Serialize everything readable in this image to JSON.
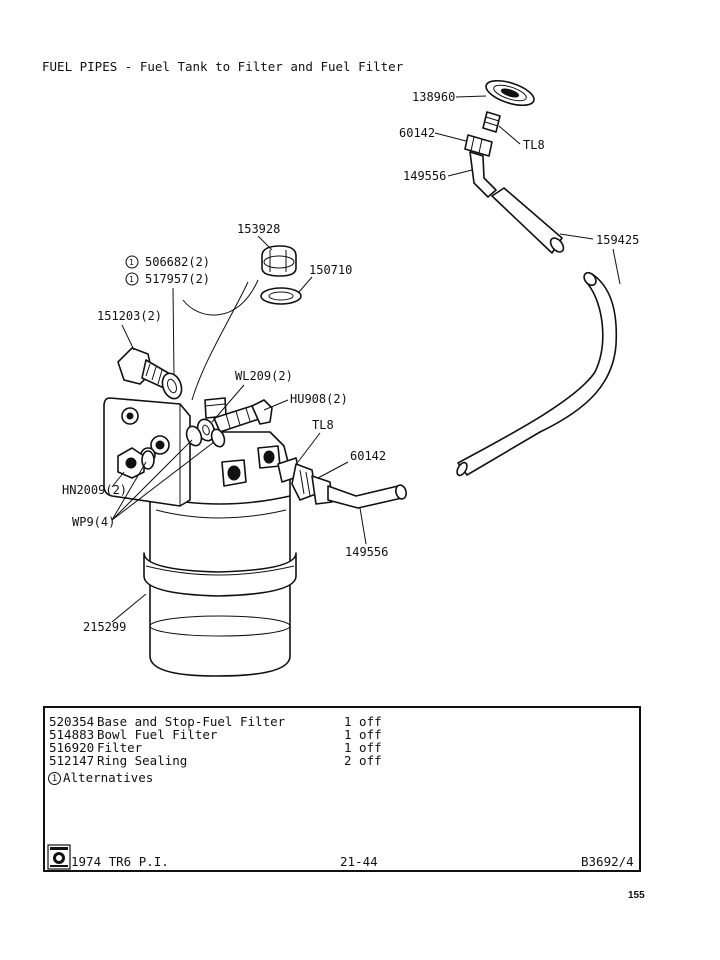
{
  "title": "FUEL PIPES - Fuel Tank to Filter and Fuel Filter",
  "callouts": {
    "c138960": "138960",
    "c60142_top": "60142",
    "tl8_top": "TL8",
    "c149556_top": "149556",
    "c159425": "159425",
    "c153928": "153928",
    "c506682": "506682(2)",
    "c517957": "517957(2)",
    "c150710": "150710",
    "c151203": "151203(2)",
    "wl209": "WL209(2)",
    "hu908": "HU908(2)",
    "tl8_mid": "TL8",
    "c60142_mid": "60142",
    "hn2009": "HN2009(2)",
    "wp9": "WP9(4)",
    "c149556_bottom": "149556",
    "c215299": "215299",
    "alt_marker": "1"
  },
  "parts": [
    {
      "number": "520354",
      "description": "Base and Stop-Fuel Filter",
      "qty": "1 off"
    },
    {
      "number": "514883",
      "description": "Bowl Fuel Filter",
      "qty": "1 off"
    },
    {
      "number": "516920",
      "description": "Filter",
      "qty": "1 off"
    },
    {
      "number": "512147",
      "description": "Ring Sealing",
      "qty": "2 off"
    }
  ],
  "alternatives_note": "Alternatives",
  "footer": {
    "model": "1974 TR6 P.I.",
    "section": "21-44",
    "reference": "B3692/4"
  },
  "page_number": "155"
}
